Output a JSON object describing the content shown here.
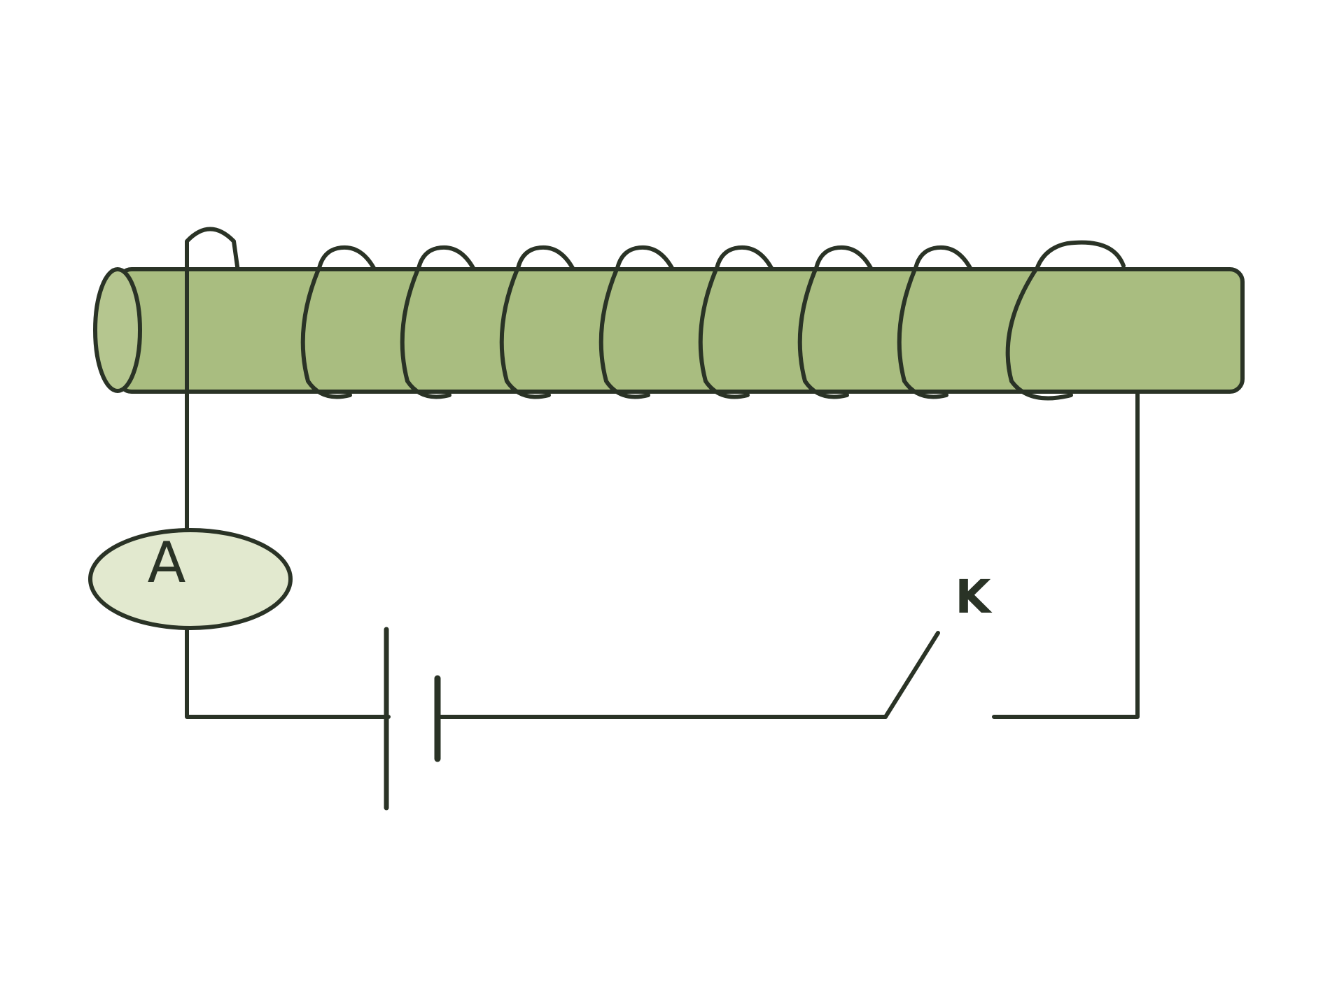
{
  "colors": {
    "core_fill": "#a9bd80",
    "ammeter_fill": "#e2e9cf",
    "wire": "#2a3326",
    "background": "#ffffff"
  },
  "labels": {
    "ammeter": "A",
    "switch": "K"
  },
  "coil": {
    "turns": 9
  }
}
